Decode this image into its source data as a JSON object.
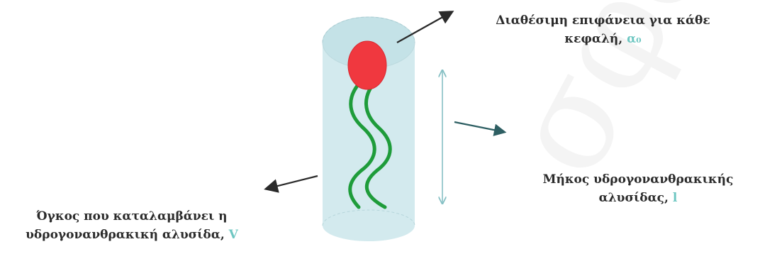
{
  "labels": {
    "head_area_line1": "Διαθέσιμη επιφάνεια για κάθε",
    "head_area_line2": "κεφαλή, ",
    "head_area_symbol": "α₀",
    "chain_length_line1": "Μήκος υδρογονανθρακικής",
    "chain_length_line2": "αλυσίδας, ",
    "chain_length_symbol": "l",
    "volume_line1": "Όγκος που καταλαμβάνει η",
    "volume_line2": "υδρογονανθρακική αλυσίδα, ",
    "volume_symbol": "V"
  },
  "colors": {
    "cylinder_fill": "#d3eaee",
    "cylinder_top": "#c4e2e7",
    "cylinder_outline": "#8cb5bd",
    "head": "#f0383f",
    "tail": "#1e9c3a",
    "arrow": "#2a2a2a",
    "dimension_arrow": "#86c0c4",
    "symbol": "#6fc7c2",
    "watermark": "#ececec"
  }
}
